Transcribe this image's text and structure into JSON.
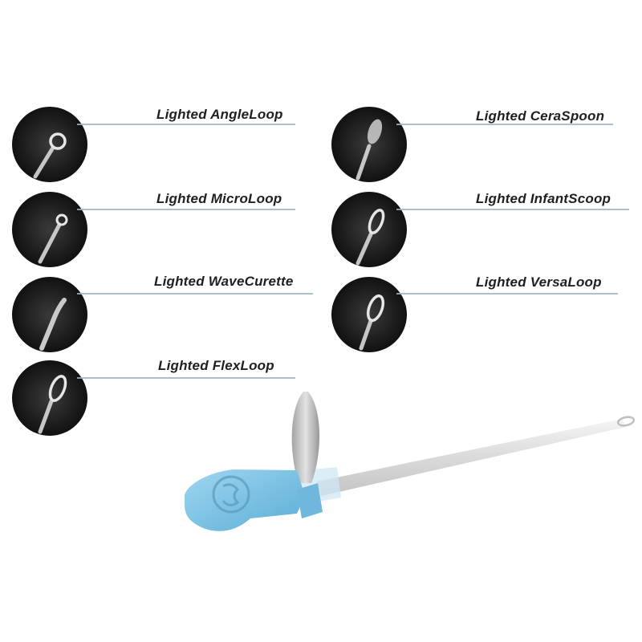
{
  "instruments": [
    {
      "label": "Lighted AngleLoop",
      "icon": "angle-loop-tip-icon"
    },
    {
      "label": "Lighted MicroLoop",
      "icon": "micro-loop-tip-icon"
    },
    {
      "label": "Lighted WaveCurette",
      "icon": "wave-curette-tip-icon"
    },
    {
      "label": "Lighted FlexLoop",
      "icon": "flex-loop-tip-icon"
    },
    {
      "label": "Lighted CeraSpoon",
      "icon": "cera-spoon-tip-icon"
    },
    {
      "label": "Lighted InfantScoop",
      "icon": "infant-scoop-tip-icon"
    },
    {
      "label": "Lighted VersaLoop",
      "icon": "versa-loop-tip-icon"
    }
  ],
  "colors": {
    "rule": "#9fb3c8",
    "handle": "#7fc4e6",
    "thumb_bg": "#1b1b1b"
  }
}
